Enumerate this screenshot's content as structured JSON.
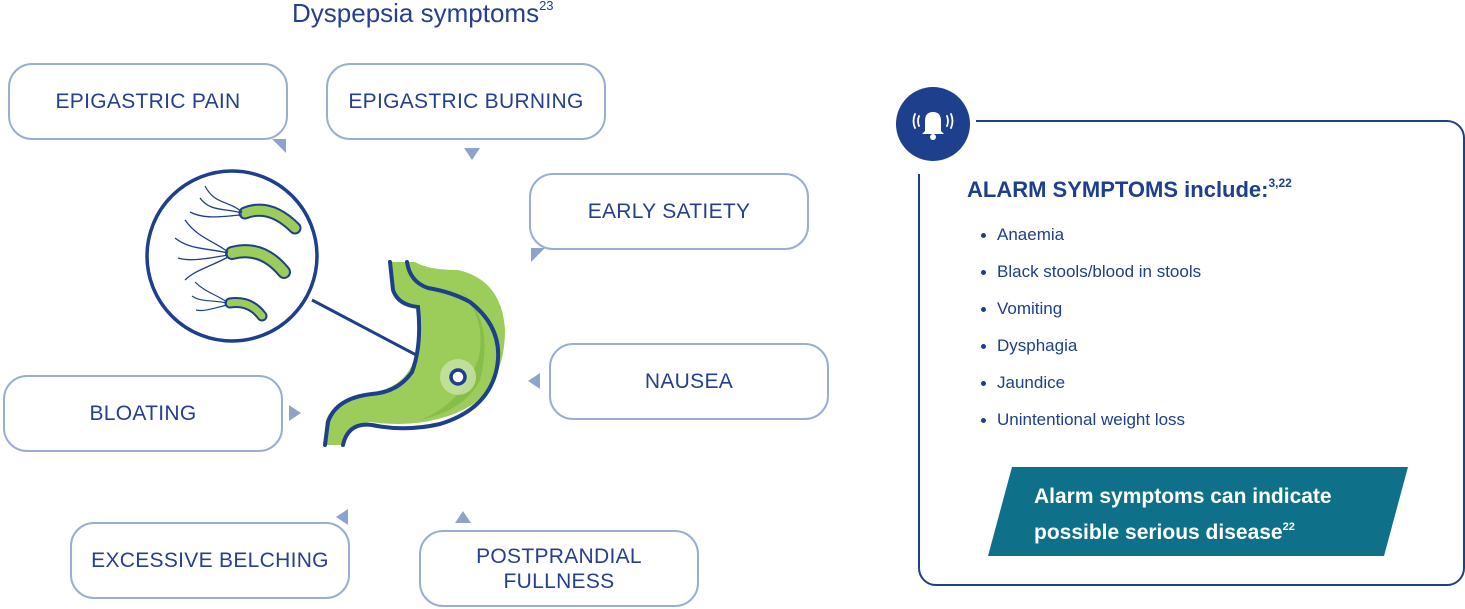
{
  "title": {
    "text": "Dyspepsia symptoms",
    "ref": "23"
  },
  "symptoms": [
    {
      "label": "EPIGASTRIC PAIN"
    },
    {
      "label": "EPIGASTRIC BURNING"
    },
    {
      "label": "EARLY SATIETY"
    },
    {
      "label": "NAUSEA"
    },
    {
      "label": "BLOATING"
    },
    {
      "label": "EXCESSIVE BELCHING"
    },
    {
      "label": "POSTPRANDIAL FULLNESS"
    }
  ],
  "alarm": {
    "heading": "ALARM SYMPTOMS include:",
    "ref": "3,22",
    "items": [
      "Anaemia",
      "Black stools/blood in stools",
      "Vomiting",
      "Dysphagia",
      "Jaundice",
      "Unintentional weight loss"
    ],
    "callout": "Alarm symptoms can indicate possible serious disease",
    "callout_ref": "22"
  },
  "colors": {
    "navy": "#1d3f8c",
    "box_border": "#9aaed3",
    "stomach_green": "#9ccc5a",
    "teal": "#0e7189"
  },
  "icons": [
    "bell-icon",
    "stomach-illustration",
    "bacteria-magnifier"
  ]
}
